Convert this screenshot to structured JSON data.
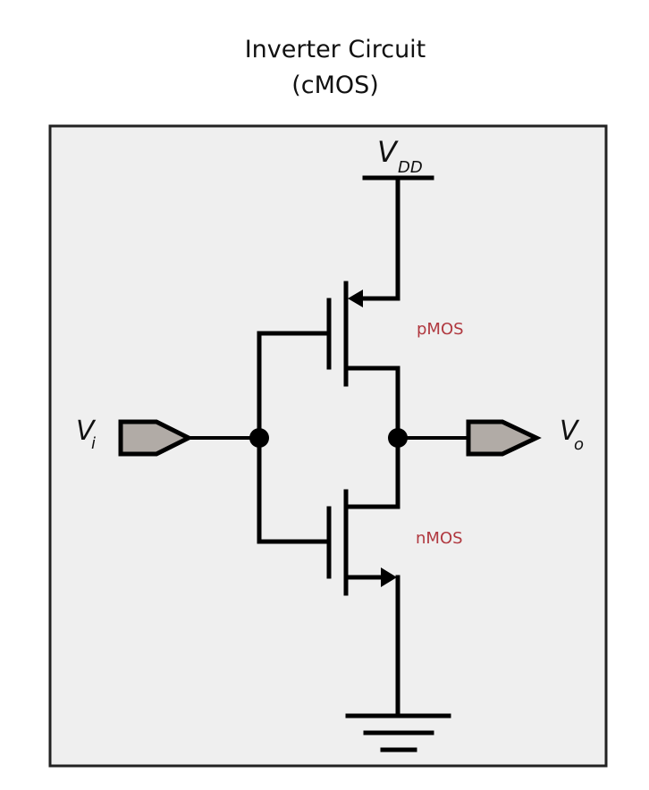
{
  "title": {
    "line1": "Inverter Circuit",
    "line2": "(cMOS)"
  },
  "diagram": {
    "type": "CMOS inverter schematic",
    "supply": {
      "symbol": "V",
      "subscript": "DD"
    },
    "input": {
      "symbol": "V",
      "subscript": "i"
    },
    "output": {
      "symbol": "V",
      "subscript": "o"
    },
    "transistors": [
      {
        "label": "pMOS",
        "position": "top",
        "connects": [
          "VDD",
          "output"
        ]
      },
      {
        "label": "nMOS",
        "position": "bottom",
        "connects": [
          "output",
          "ground"
        ]
      }
    ],
    "ground_symbol": "ground",
    "colors": {
      "background": "#efefef",
      "wire": "#000000",
      "pad_fill": "#b1aba6",
      "device_label": "#b0383f",
      "frame": "#222222"
    }
  }
}
